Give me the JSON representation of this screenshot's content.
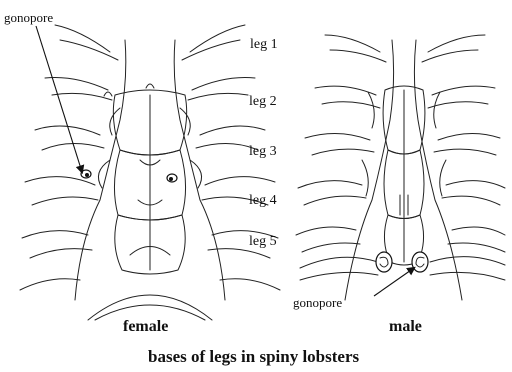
{
  "figure": {
    "caption": "bases of legs in spiny lobsters",
    "female_label": "female",
    "male_label": "male",
    "gonopore_top_label": "gonopore",
    "gonopore_bottom_label": "gonopore",
    "leg_labels": [
      "leg 1",
      "leg 2",
      "leg 3",
      "leg 4",
      "leg 5"
    ]
  }
}
